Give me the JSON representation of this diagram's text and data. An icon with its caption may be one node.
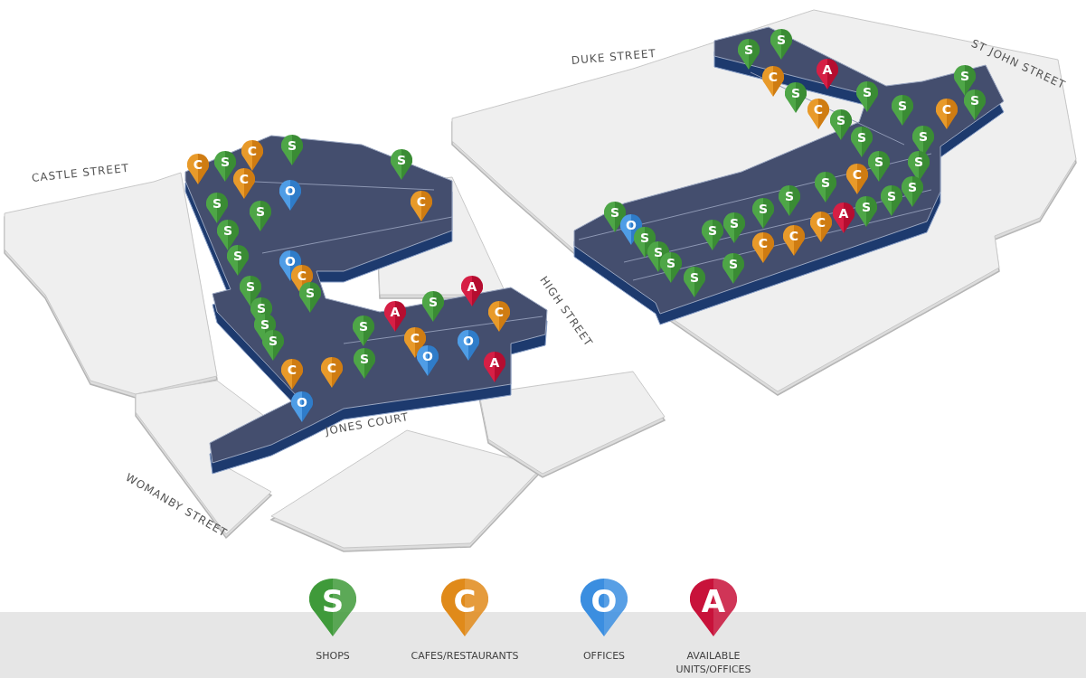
{
  "diagram": {
    "labels": [
      "DUKE STREET",
      "ST JOHN STREET",
      "S",
      "S",
      "A",
      "S",
      "C",
      "S",
      "S",
      "S",
      "S",
      "C",
      "C",
      "S",
      "S",
      "S",
      "S",
      "C",
      "S",
      "S",
      "S",
      "S",
      "C",
      "CASTLE STREET",
      "C",
      "C",
      "S",
      "S",
      "O",
      "S",
      "S",
      "C",
      "S",
      "S",
      "S",
      "S",
      "S",
      "A",
      "C",
      "S",
      "O",
      "S",
      "S",
      "C",
      "S",
      "C",
      "S",
      "S",
      "O",
      "S",
      "S",
      "HIGH STREET",
      "C",
      "S",
      "S",
      "A",
      "S",
      "S",
      "S",
      "A",
      "C",
      "S",
      "S",
      "C",
      "S",
      "O",
      "O",
      "S",
      "A",
      "C",
      "C",
      "O",
      "JONES COURT",
      "WOMANBY STREET",
      "S",
      "C",
      "O",
      "A"
    ],
    "legend": [
      {
        "text": "SHOPS",
        "color": "#3f9a3a"
      },
      {
        "text": "CAFES/RESTAURANTS",
        "color": "#e08a1a"
      },
      {
        "text": "OFFICES",
        "color": "#3b8ee0"
      },
      {
        "text": "AVAILABLE UNITS/OFFICES",
        "color": "#c8123a"
      }
    ]
  }
}
